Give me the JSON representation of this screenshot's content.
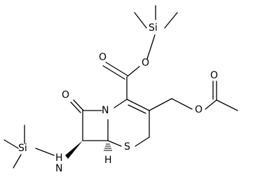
{
  "molecule": {
    "atoms": {
      "si_ester": "Si",
      "o_ester": "O",
      "o_carbonyl_acid": "O",
      "o_lactam": "O",
      "n_ring": "N",
      "o_acetoxy_link": "O",
      "o_acetyl": "O",
      "s_ring": "S",
      "h_stereo": "H",
      "h_amine": "H",
      "n_amine": "N",
      "si_amine": "Si"
    },
    "colors": {
      "bond": "#000000",
      "label": "#000000",
      "background": "#ffffff"
    }
  }
}
